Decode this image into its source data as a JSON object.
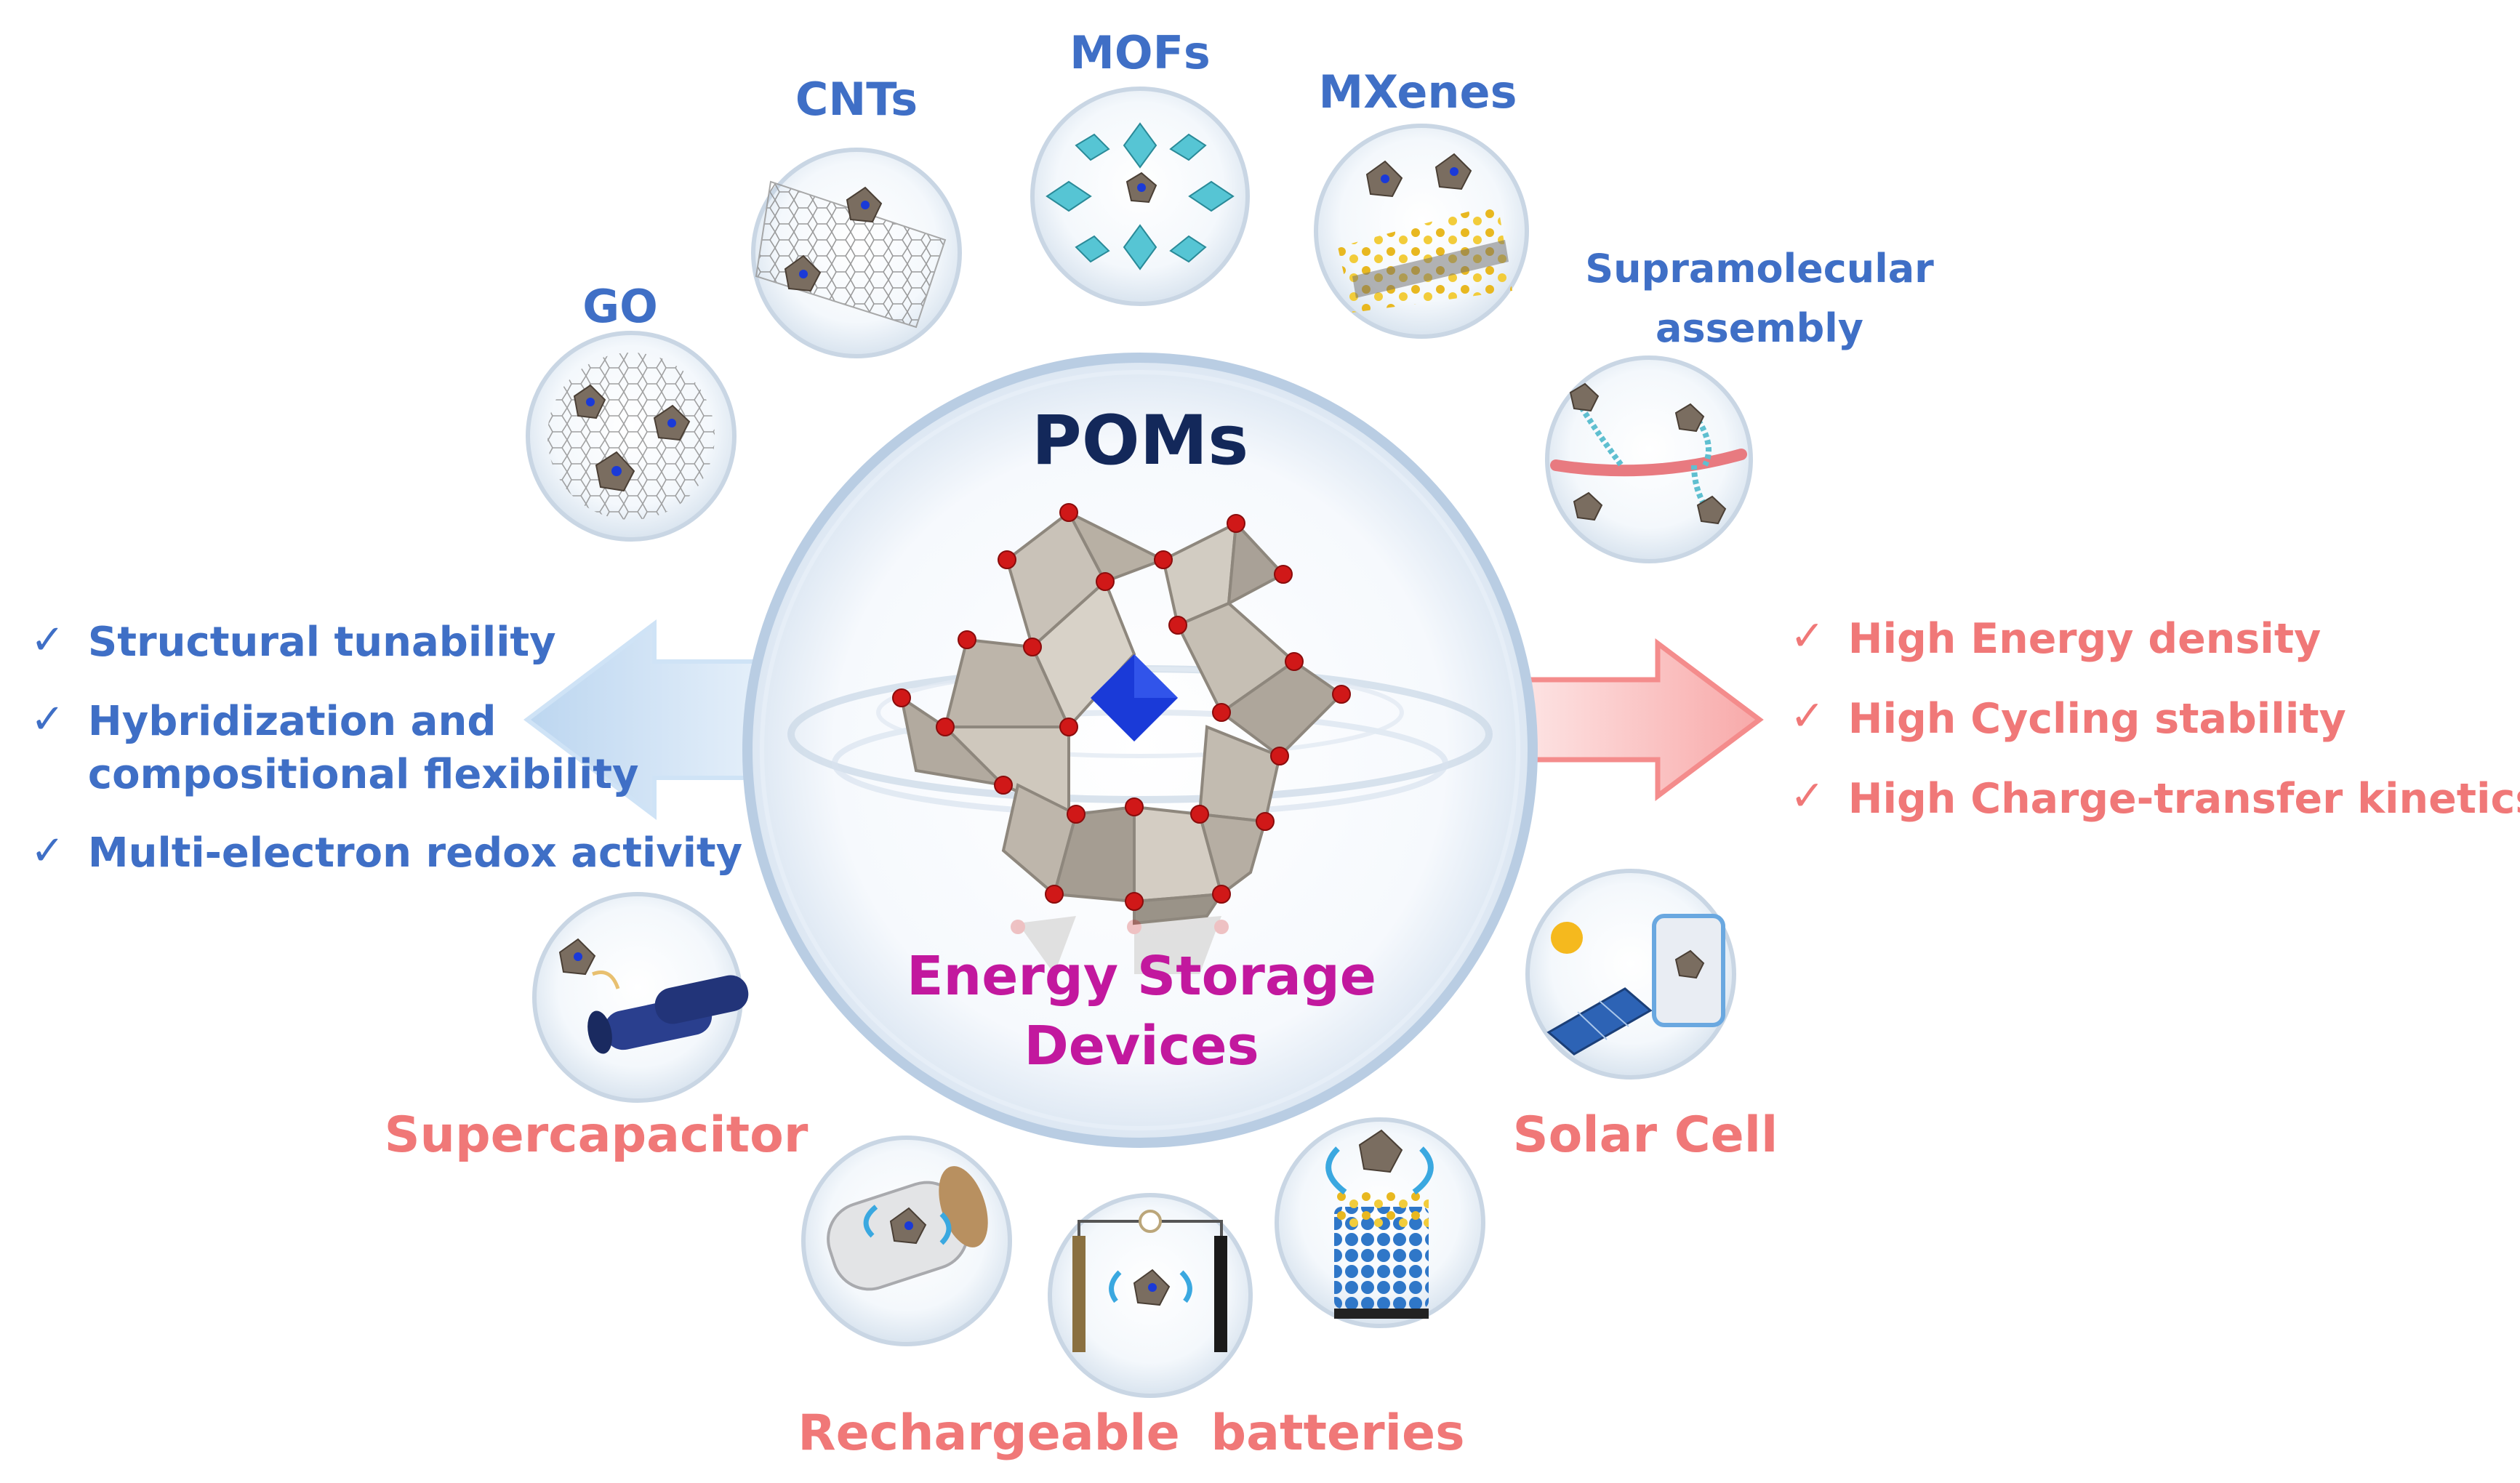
{
  "center": {
    "title": "POMs",
    "subtitle_line1": "Energy Storage",
    "subtitle_line2": "Devices"
  },
  "top_labels": {
    "go": "GO",
    "cnts": "CNTs",
    "mofs": "MOFs",
    "mxenes": "MXenes",
    "supra_line1": "Supramolecular",
    "supra_line2": "assembly"
  },
  "left_properties": {
    "check_mark": "✓",
    "items": [
      "Structural tunability",
      "Hybridization and",
      "compositional flexibility",
      "Multi-electron redox activity"
    ]
  },
  "right_properties": {
    "check_mark": "✓",
    "items": [
      "High Energy density",
      "High Cycling stability",
      "High Charge-transfer kinetics"
    ]
  },
  "device_labels": {
    "supercapacitor": "Supercapacitor",
    "solar_cell": "Solar Cell",
    "rechargeable": "Rechargeable",
    "batteries": "batteries"
  },
  "colors": {
    "blue_text": "#3f6fc6",
    "navy_title": "#13285a",
    "magenta_text": "#c2189e",
    "pink_text": "#f07878",
    "left_arrow": "#cfe3f6",
    "right_arrow": "#fbbcbc"
  }
}
